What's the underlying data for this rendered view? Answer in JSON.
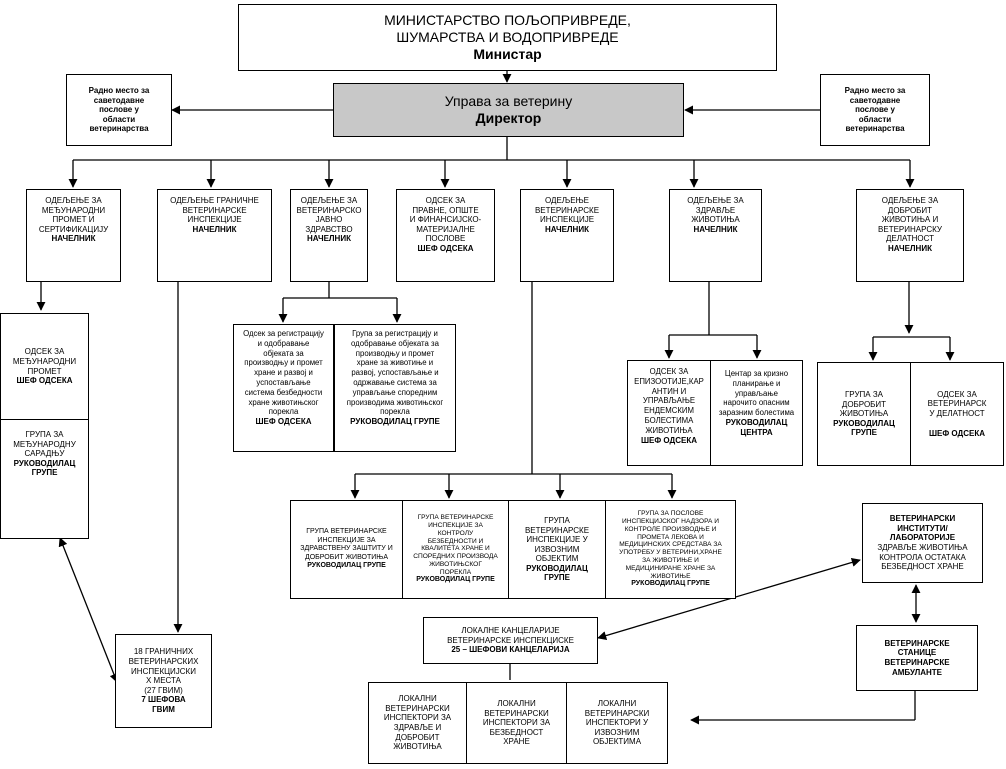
{
  "ministry": {
    "line1": "МИНИСТАРСТВО ПОЉОПРИВРЕДЕ,",
    "line2": "ШУМАРСТВА И ВОДОПРИВРЕДЕ",
    "role": "Министар"
  },
  "advisor_left": {
    "text": "Радно место за\nсаветодавне\nпослове у\nобласти\nветеринарства"
  },
  "advisor_right": {
    "text": "Радно место за\nсаветодавне\nпослове у\nобласти\nветеринарства"
  },
  "directorate": {
    "name": "Управа за ветерину",
    "role": "Директор"
  },
  "units": [
    {
      "text": "ОДЕЉЕЊЕ ЗА\nМЕЂУНАРОДНИ\nПРОМЕТ И\nСЕРТИФИКАЦИЈУ",
      "role": "НАЧЕЛНИК"
    },
    {
      "text": "ОДЕЉЕЊЕ ГРАНИЧНЕ\nВЕТЕРИНАРСКЕ\nИНСПЕКЦИЈЕ",
      "role": "НАЧЕЛНИК"
    },
    {
      "text": "ОДЕЉЕЊЕ ЗА\nВЕТЕРИНАРСКО\nЈАВНО\nЗДРАВСТВО",
      "role": "НАЧЕЛНИК"
    },
    {
      "text": "ОДСЕК ЗА\nПРАВНЕ, ОПШТЕ\nИ ФИНАНСИЈСКО-\nМАТЕРИЈАЛНЕ\nПОСЛОВЕ",
      "role": "ШЕФ ОДСЕКА"
    },
    {
      "text": "ОДЕЉЕЊЕ\nВЕТЕРИНАРСКЕ\nИНСПЕКЦИЈЕ",
      "role": "НАЧЕЛНИК"
    },
    {
      "text": "ОДЕЉЕЊЕ ЗА\nЗДРАВЉЕ\nЖИВОТИЊА",
      "role": "НАЧЕЛНИК"
    },
    {
      "text": "ОДЕЉЕЊЕ ЗА\nДОБРОБИТ\nЖИВОТИЊА И\nВЕТЕРИНАРСКУ\nДЕЛАТНОСТ",
      "role": "НАЧЕЛНИК"
    }
  ],
  "intl_section": {
    "text": "ОДСЕК ЗА\nМЕЂУНАРОДНИ\nПРОМЕТ",
    "role": "ШЕФ ОДСЕКА"
  },
  "intl_group": {
    "text": "ГРУПА ЗА\nМЕЂУНАРОДНУ\nСАРАДЊУ",
    "role": "РУКОВОДИЛАЦ\nГРУПЕ"
  },
  "border_posts": {
    "text": "18 ГРАНИЧНИХ\nВЕТЕРИНАРСКИХ\nИНСПЕКЦИЈСКИ\nХ МЕСТА\n(27 ГВИМ)",
    "role": "7 ШЕФОВА\nГВИМ"
  },
  "ph_section": {
    "text": "Одсек за регистрацију\nи одобравање\nобјеката за\nпроизводњу и промет\nхране и развој и\nуспостављање\nсистема безбедности\nхране животињског\nпорекла",
    "role": "ШЕФ ОДСЕКА"
  },
  "ph_group": {
    "text": "Група за регистрацију и\nодобравање објеката за\nпроизводњу и промет\nхране за животиње и\nразвој, успостављање и\nодржавање система за\nуправљање споредним\nпроизводима животињског\nпорекла",
    "role": "РУКОВОДИЛАЦ ГРУПЕ"
  },
  "ah_section": {
    "text": "ОДСЕК ЗА\nЕПИЗООТИЈЕ,КАР\nАНТИН И\nУПРАВЉАЊЕ\nЕНДЕМСКИМ\nБОЛЕСТИМА\nЖИВОТИЊА",
    "role": "ШЕФ ОДСЕКА"
  },
  "ah_center": {
    "text": "Центар за кризно\nпланирање и\nуправљање\nнарочито опасним\nзаразним болестима",
    "role": "РУКОВОДИЛАЦ\nЦЕНТРА"
  },
  "aw_group": {
    "text": "ГРУПА ЗА\nДОБРОБИТ\nЖИВОТИЊА",
    "role": "РУКОВОДИЛАЦ\nГРУПЕ"
  },
  "aw_section": {
    "text": "ОДСЕК ЗА\nВЕТЕРИНАРСК\nУ ДЕЛАТНОСТ",
    "role": "ШЕФ ОДСЕКА"
  },
  "insp_groups": [
    {
      "text": "ГРУПА ВЕТЕРИНАРСКЕ\nИНСПЕКЦИЈЕ ЗА\nЗДРАВСТВЕНУ ЗАШТИТУ И\nДОБРОБИТ ЖИВОТИЊА",
      "role": "РУКОВОДИЛАЦ ГРУПЕ"
    },
    {
      "text": "ГРУПА ВЕТЕРИНАРСКЕ\nИНСПЕКЦИЈЕ ЗА\nКОНТРОЛУ\nБЕЗБЕДНОСТИ И\nКВАЛИТЕТА ХРАНЕ И\nСПОРЕДНИХ ПРОИЗВОДА\nЖИВОТИЊСКОГ\nПОРЕКЛА",
      "role": "РУКОВОДИЛАЦ ГРУПЕ"
    },
    {
      "text": "ГРУПА\nВЕТЕРИНАРСКЕ\nИНСПЕКЦИЈЕ У\nИЗВОЗНИМ\nОБЈЕКТИМ",
      "role": "РУКОВОДИЛАЦ\nГРУПЕ"
    },
    {
      "text": "ГРУПА ЗА ПОСЛОВЕ\nИНСПЕКЦИЈСКОГ НАДЗОРА И\nКОНТРОЛЕ ПРОИЗВОДЊЕ И\nПРОМЕТА ЛЕКОВА И\nМЕДИЦИНСКИХ СРЕДСТАВА ЗА\nУПОТРЕБУ У ВЕТЕРИНИ,ХРАНЕ\nЗА ЖИВОТИЊЕ И\nМЕДИЦИНИРАНЕ ХРАНЕ ЗА\nЖИВОТИЊЕ",
      "role": "РУКОВОДИЛАЦ ГРУПЕ"
    }
  ],
  "institutes": {
    "title": "ВЕТЕРИНАРСКИ\nИНСТИТУТИ/\nЛАБОРАТОРИЈЕ",
    "text": "ЗДРАВЉЕ ЖИВОТИЊА\nКОНТРОЛА ОСТАТАКА\nБЕЗБЕДНОСТ ХРАНЕ"
  },
  "stations": {
    "text": "ВЕТЕРИНАРСКЕ\nСТАНИЦЕ\nВЕТЕРИНАРСКЕ\nАМБУЛАНТЕ"
  },
  "local_offices": {
    "text": "ЛОКАЛНЕ КАНЦЕЛАРИЈЕ\nВЕТЕРИНАРСКЕ ИНСПЕКЦИСКЕ",
    "role": "25 – ШЕФОВИ КАНЦЕЛАРИЈА"
  },
  "local_inspectors": [
    {
      "text": "ЛОКАЛНИ\nВЕТЕРИНАРСКИ\nИНСПЕКТОРИ ЗА\nЗДРАВЉЕ И\nДОБРОБИТ\nЖИВОТИЊА"
    },
    {
      "text": "ЛОКАЛНИ\nВЕТЕРИНАРСКИ\nИНСПЕКТОРИ ЗА\nБЕЗБЕДНОСТ\nХРАНЕ"
    },
    {
      "text": "ЛОКАЛНИ\nВЕТЕРИНАРСКИ\nИНСПЕКТОРИ У\nИЗВОЗНИМ\nОБЈЕКТИМА"
    }
  ]
}
